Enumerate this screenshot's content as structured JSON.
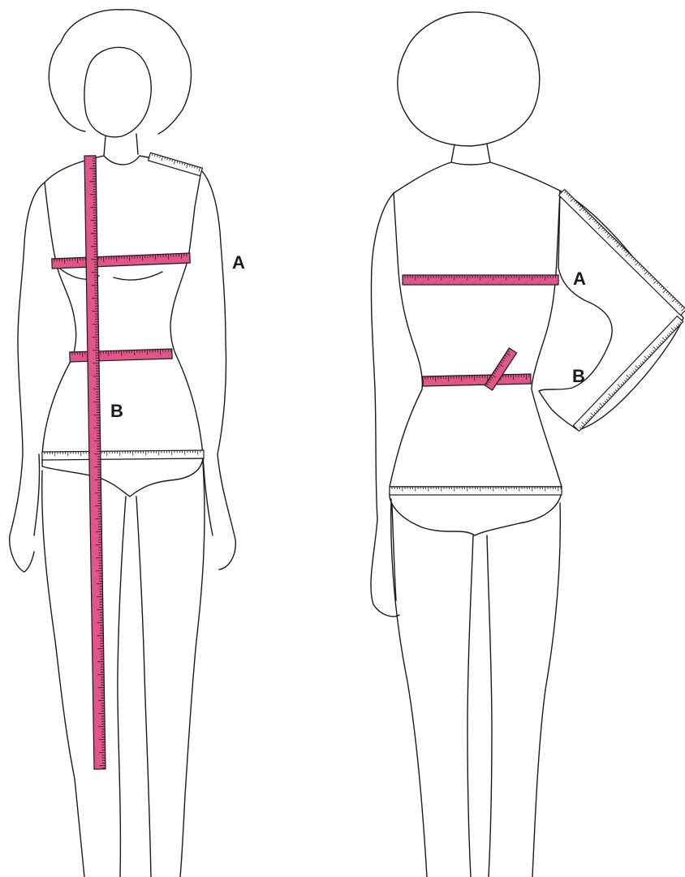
{
  "colors": {
    "tape_colored": "#e0558a",
    "tape_white": "#ffffff",
    "line": "#1a1a1a",
    "background": "#ffffff"
  },
  "front_view": {
    "label_a": "A",
    "label_b": "B"
  },
  "back_view": {
    "label_a": "A",
    "label_b": "B"
  }
}
